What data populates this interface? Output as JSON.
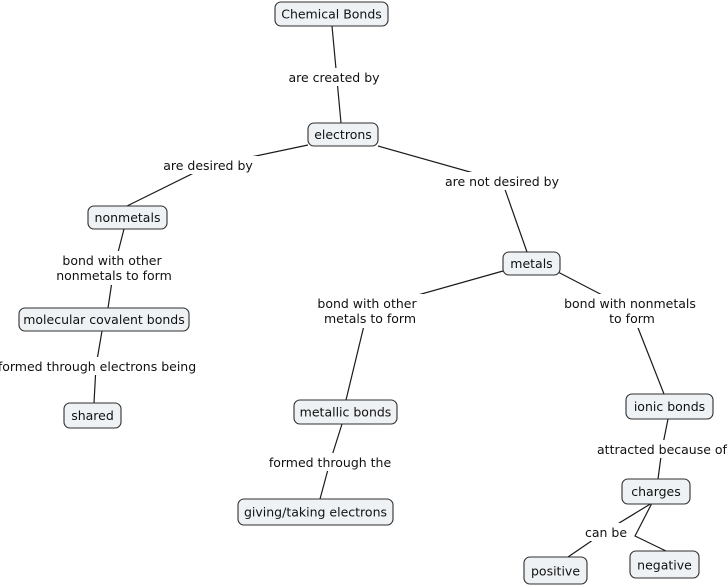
{
  "nodes": {
    "chemical_bonds": "Chemical Bonds",
    "electrons": "electrons",
    "nonmetals": "nonmetals",
    "metals": "metals",
    "molecular_covalent_bonds": "molecular covalent bonds",
    "shared": "shared",
    "metallic_bonds": "metallic bonds",
    "giving_taking_electrons": "giving/taking electrons",
    "ionic_bonds": "ionic bonds",
    "charges": "charges",
    "positive": "positive",
    "negative": "negative"
  },
  "links": {
    "are_created_by": [
      "are created by"
    ],
    "are_desired_by": [
      "are desired by"
    ],
    "are_not_desired_by": [
      "are not desired by"
    ],
    "bond_with_other_nonmetals": [
      "bond with other",
      "nonmetals to form"
    ],
    "formed_through_electrons_being": [
      "formed through electrons being"
    ],
    "bond_with_other_metals": [
      "bond with other",
      "metals to form"
    ],
    "formed_through_the": [
      "formed through the"
    ],
    "bond_with_nonmetals": [
      "bond with nonmetals",
      "to form"
    ],
    "attracted_because_of": [
      "attracted because of"
    ],
    "can_be": [
      "can be"
    ]
  }
}
